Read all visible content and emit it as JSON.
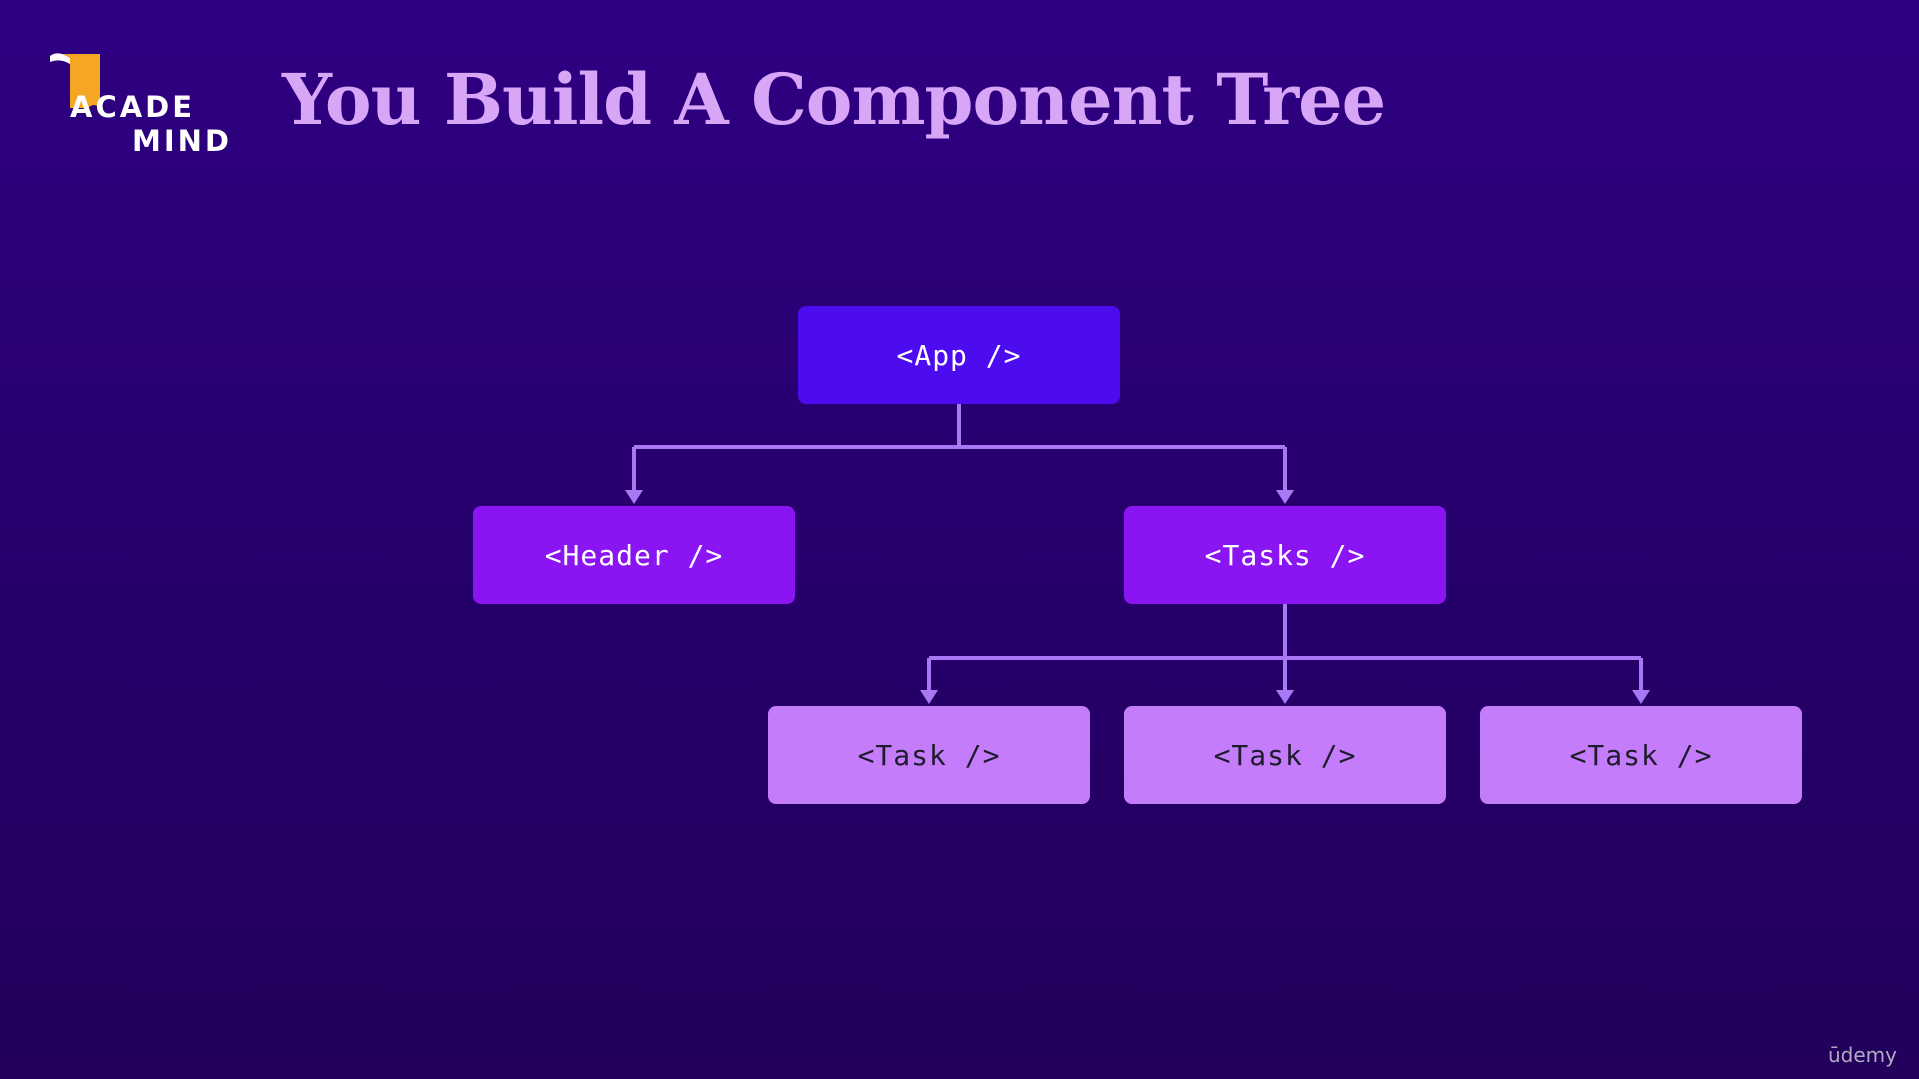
{
  "logo": {
    "line1": "ACADE",
    "line2": "MIND"
  },
  "title": "You Build A Component Tree",
  "diagram": {
    "root": "<App />",
    "children": [
      "<Header />",
      "<Tasks />"
    ],
    "grandchildren": [
      "<Task />",
      "<Task />",
      "<Task />"
    ]
  },
  "colors": {
    "background": "#2a0075",
    "title": "#d8a6f7",
    "root_node": "#4d0cf0",
    "child_node": "#8b14f2",
    "leaf_node": "#c57cfa",
    "connector": "#a978f5"
  },
  "watermark": "ūdemy"
}
